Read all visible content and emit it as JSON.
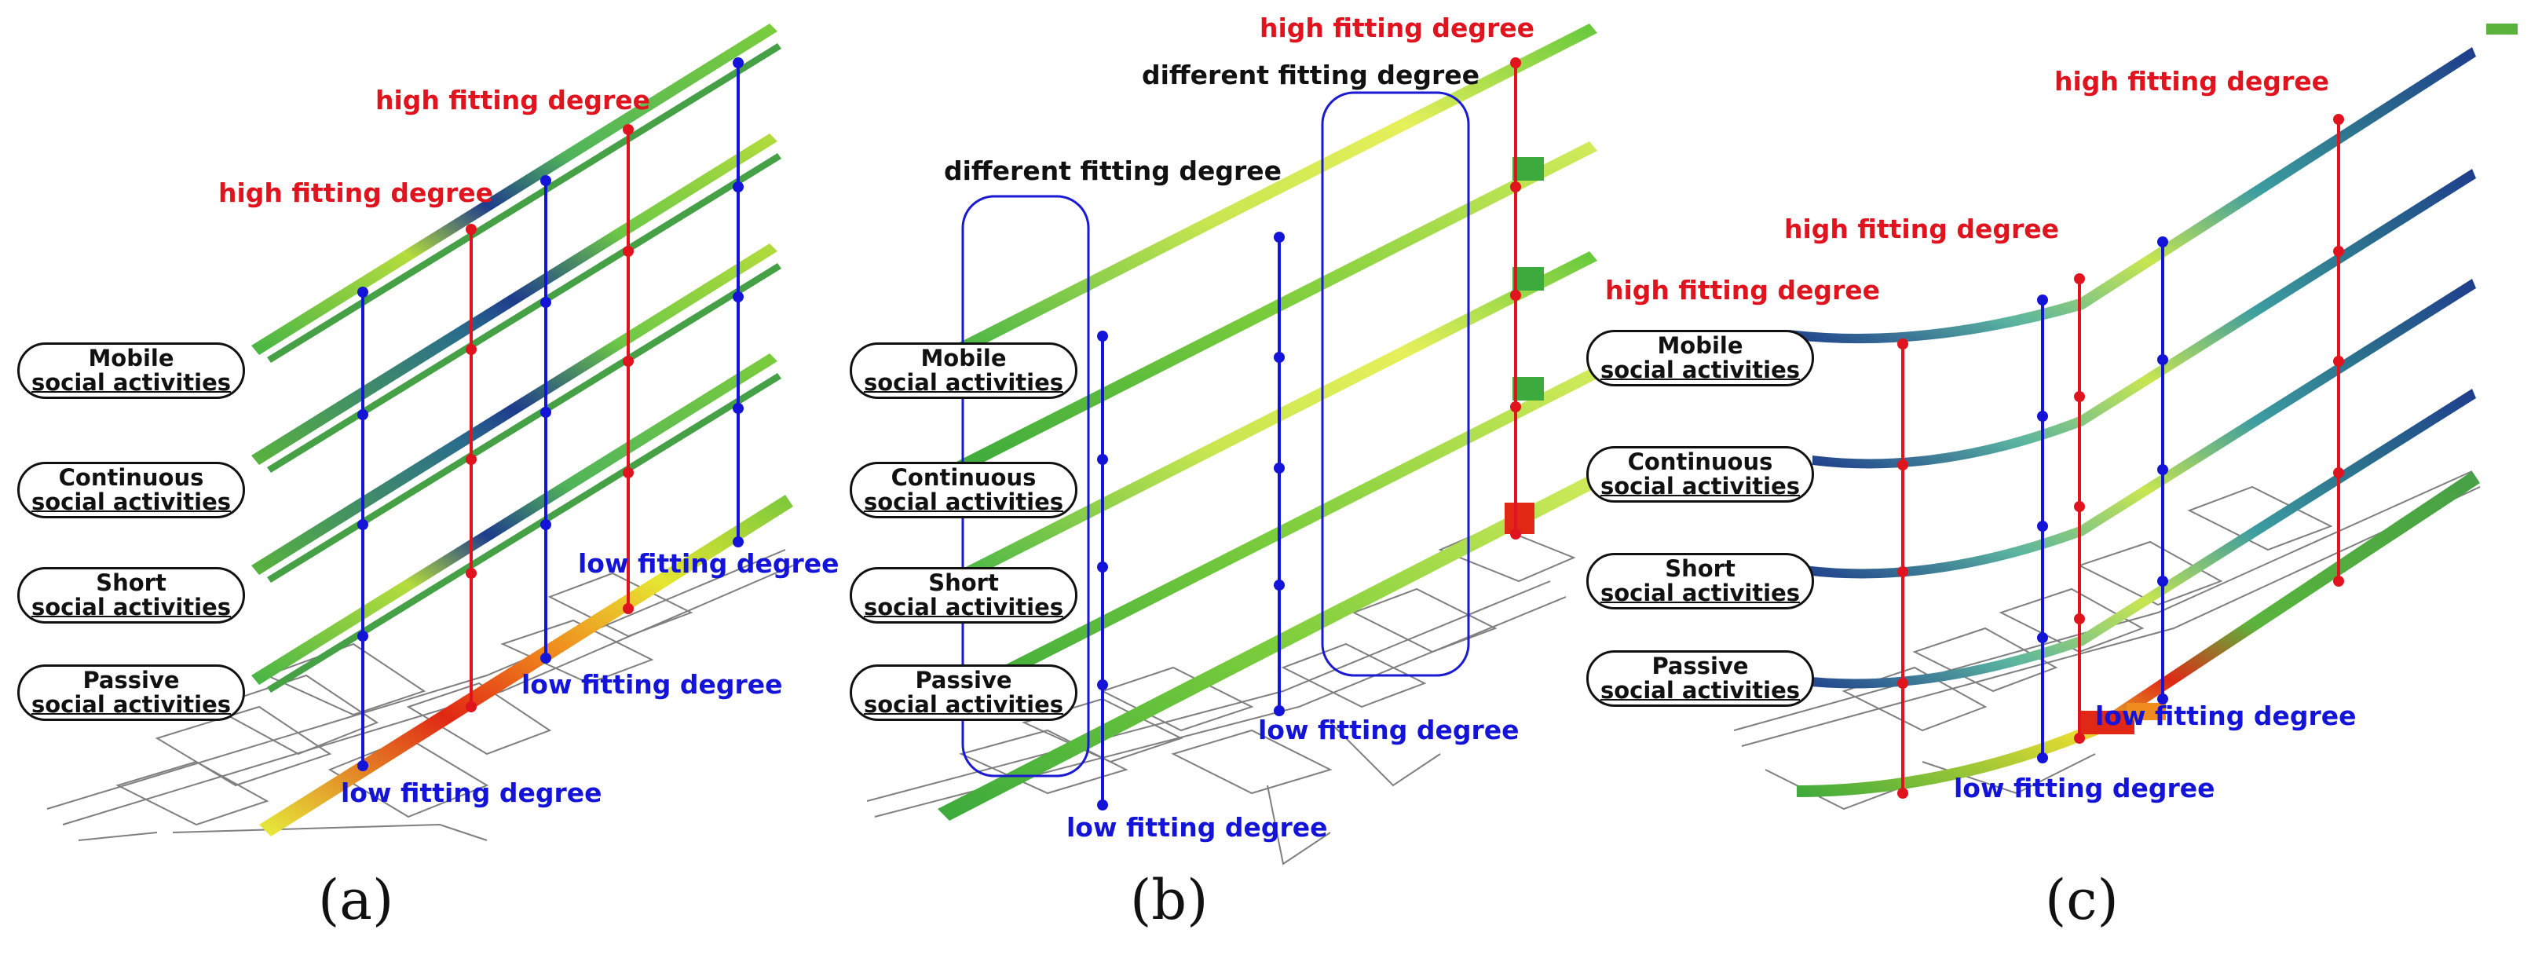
{
  "layer_labels": [
    {
      "line1": "Mobile",
      "line2": "social activities"
    },
    {
      "line1": "Continuous",
      "line2": "social activities"
    },
    {
      "line1": "Short",
      "line2": "social activities"
    },
    {
      "line1": "Passive",
      "line2": "social activities"
    }
  ],
  "panels": {
    "a": {
      "letter": "(a)",
      "annotations": {
        "high_1": "high fitting degree",
        "high_2": "high fitting degree",
        "low_1": "low fitting degree",
        "low_2": "low fitting degree",
        "low_3": "low fitting degree"
      }
    },
    "b": {
      "letter": "(b)",
      "annotations": {
        "high_1": "high fitting degree",
        "diff_1": "different fitting degree",
        "diff_2": "different fitting degree",
        "low_1": "low fitting degree",
        "low_2": "low fitting degree"
      }
    },
    "c": {
      "letter": "(c)",
      "annotations": {
        "high_1": "high fitting degree",
        "high_2": "high fitting degree",
        "high_3": "high fitting degree",
        "low_1": "low fitting degree",
        "low_2": "low fitting degree"
      }
    }
  },
  "colors": {
    "high_marker": "#e0141e",
    "low_marker": "#1414d8",
    "different_box": "#1a1ad0",
    "street_low": "#3cb43c",
    "street_mid": "#c8e650",
    "street_high": "#e02814",
    "street_dense": "#1e3c8c"
  }
}
